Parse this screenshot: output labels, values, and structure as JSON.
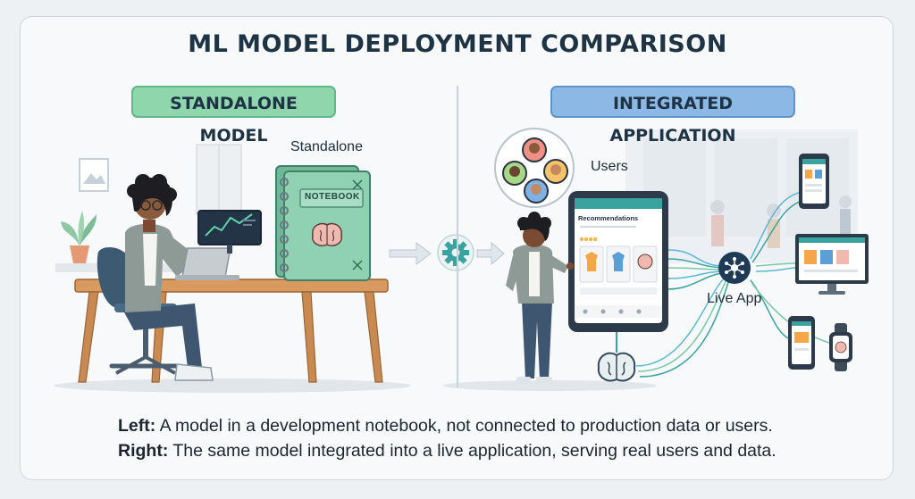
{
  "title": "ML MODEL DEPLOYMENT COMPARISON",
  "left_panel": {
    "heading": "STANDALONE MODEL",
    "notebook_tag": "Standalone",
    "notebook_cover": "NOTEBOOK"
  },
  "right_panel": {
    "heading": "INTEGRATED APPLICATION",
    "users_tag": "Users",
    "app_screen_title": "Recommendations",
    "hub_tag": "Live App"
  },
  "caption": {
    "left_label": "Left:",
    "left_text": "A model in a development notebook, not connected to production data or users.",
    "right_label": "Right:",
    "right_text": "The same model integrated into a live application, serving real users and data."
  },
  "colors": {
    "green_accent": "#8fd6ad",
    "blue_accent": "#8cb8e6",
    "teal": "#3aa3a0",
    "navy": "#1e3343"
  },
  "icons": [
    "person-icon",
    "laptop-icon",
    "chart-monitor-icon",
    "notebook-icon",
    "brain-icon",
    "gear-icon",
    "arrow-icon",
    "tablet-icon",
    "phone-icon",
    "desktop-icon",
    "watch-icon",
    "network-hub-icon",
    "plant-icon"
  ]
}
